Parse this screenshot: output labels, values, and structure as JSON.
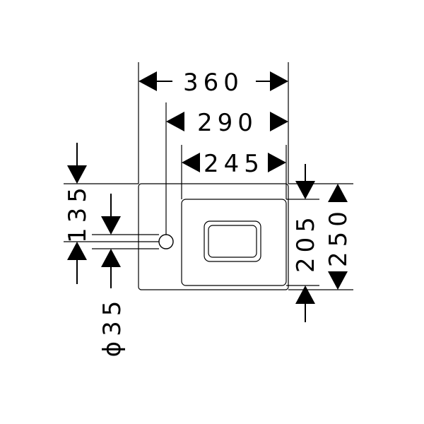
{
  "dimensions": {
    "overall_width": "360",
    "pitch_width": "290",
    "inner_width": "245",
    "overall_height": "250",
    "inner_height": "205",
    "hole_offset": "135",
    "hole_diameter": "ϕ35"
  }
}
